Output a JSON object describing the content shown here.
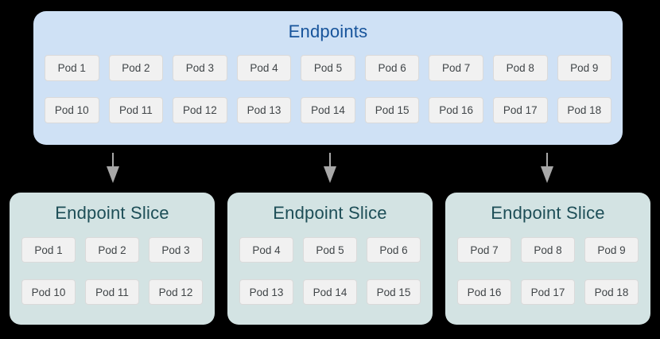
{
  "page": {
    "background": "#000000"
  },
  "colors": {
    "endpoints_box_bg": "#cfe1f5",
    "endpoints_title": "#17549b",
    "slice_box_bg": "#d3e3e3",
    "slice_title": "#1d4e57",
    "pod_bg": "#f1f1f1",
    "pod_border": "#dadada",
    "pod_text": "#404548",
    "arrow": "#a8a8a8"
  },
  "endpoints": {
    "title": "Endpoints",
    "rows": [
      [
        "Pod 1",
        "Pod 2",
        "Pod 3",
        "Pod 4",
        "Pod 5",
        "Pod 6",
        "Pod 7",
        "Pod 8",
        "Pod 9"
      ],
      [
        "Pod 10",
        "Pod 11",
        "Pod 12",
        "Pod 13",
        "Pod 14",
        "Pod 15",
        "Pod 16",
        "Pod 17",
        "Pod 18"
      ]
    ]
  },
  "slices": [
    {
      "title": "Endpoint Slice",
      "rows": [
        [
          "Pod 1",
          "Pod 2",
          "Pod 3"
        ],
        [
          "Pod 10",
          "Pod 11",
          "Pod 12"
        ]
      ]
    },
    {
      "title": "Endpoint Slice",
      "rows": [
        [
          "Pod 4",
          "Pod 5",
          "Pod 6"
        ],
        [
          "Pod 13",
          "Pod 14",
          "Pod 15"
        ]
      ]
    },
    {
      "title": "Endpoint Slice",
      "rows": [
        [
          "Pod 7",
          "Pod 8",
          "Pod 9"
        ],
        [
          "Pod 16",
          "Pod 17",
          "Pod 18"
        ]
      ]
    }
  ]
}
